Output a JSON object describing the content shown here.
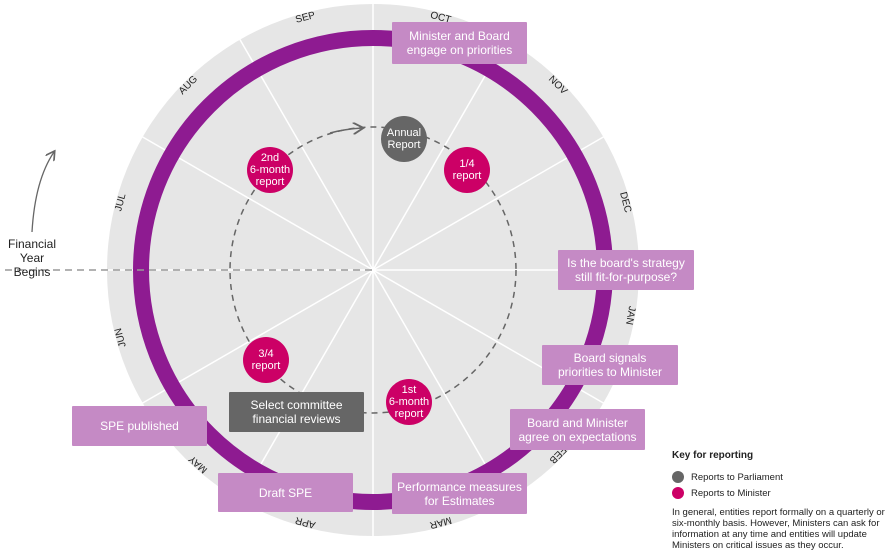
{
  "colors": {
    "ring": "#8e1b91",
    "box": "#c58ac5",
    "band": "#e6e6e6",
    "parliament": "#666666",
    "minister": "#cc0066"
  },
  "months": [
    "OCT",
    "NOV",
    "DEC",
    "JAN",
    "FEB",
    "MAR",
    "APR",
    "MAY",
    "JUN",
    "JUL",
    "AUG",
    "SEP"
  ],
  "financial_year": "Financial\nYear Begins",
  "events": {
    "minister_board": "Minister and Board\nengage on priorities",
    "strategy": "Is the board's strategy\nstill fit-for-purpose?",
    "signals": "Board signals\npriorities to Minister",
    "agree": "Board and Minister\nagree on expectations",
    "performance": "Performance measures\nfor Estimates",
    "draft_spe": "Draft SPE",
    "spe_published": "SPE published",
    "select_committee": "Select committee\nfinancial reviews"
  },
  "reports": {
    "annual": "Annual\nReport",
    "quarter1": "1/4\nreport",
    "second_half": "2nd\n6-month\nreport",
    "quarter3": "3/4\nreport",
    "first_half": "1st\n6-month\nreport"
  },
  "key": {
    "title": "Key for reporting",
    "parliament": "Reports to Parliament",
    "minister": "Reports to Minister",
    "note": "In general, entities report formally on a quarterly or six-monthly basis. However, Ministers can ask for information at any time and entities will update Ministers on critical issues as they occur."
  }
}
